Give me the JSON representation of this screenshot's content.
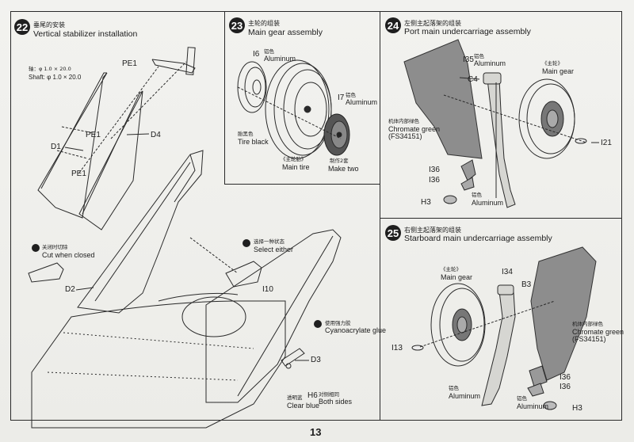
{
  "page_number": "13",
  "steps": [
    {
      "num": "22",
      "title_cn": "垂尾的安装",
      "title_en": "Vertical stabilizer installation"
    },
    {
      "num": "23",
      "title_cn": "主轮的组装",
      "title_en": "Main gear assembly"
    },
    {
      "num": "24",
      "title_cn": "左侧主起落架的组装",
      "title_en": "Port main undercarriage assembly"
    },
    {
      "num": "25",
      "title_cn": "右侧主起落架的组装",
      "title_en": "Starboard main undercarriage assembly"
    }
  ],
  "step22": {
    "axis_cn": "轴：φ 1.0 × 20.0",
    "shaft": "Shaft: φ 1.0 × 20.0",
    "pe1_a": "PE1",
    "pe1_b": "PE1",
    "pe1_c": "PE1",
    "d1": "D1",
    "d4": "D4",
    "d2": "D2",
    "d3": "D3",
    "i10": "I10",
    "h6": "H6",
    "cut_cn": "关闭时切除",
    "cut_en": "Cut when closed",
    "select_cn": "选择一种状态",
    "select_en": "Select either",
    "glue_cn": "使用强力胶",
    "glue_en": "Cyanoacrylate glue",
    "clear_cn": "透明蓝",
    "clear_en": "Clear blue",
    "sides_cn": "对侧相同",
    "sides_en": "Both sides"
  },
  "step23": {
    "i6": "I6",
    "alu_cn_a": "铝色",
    "alu_en_a": "Aluminum",
    "i7": "I7",
    "alu_cn_b": "铝色",
    "alu_en_b": "Aluminum",
    "tire_cn": "胎黑色",
    "tire_en": "Tire black",
    "main_tire_cn": "《主轮胎》",
    "main_tire_en": "Main tire",
    "make_cn": "制作2套",
    "make_en": "Make two"
  },
  "step24": {
    "i35": "I35",
    "alu_cn_a": "铝色",
    "alu_en_a": "Aluminum",
    "main_gear_cn": "《主轮》",
    "main_gear_en": "Main gear",
    "c4": "C4",
    "chromate_cn": "机体内部绿色",
    "chromate_en": "Chromate green",
    "fs": "(FS34151)",
    "i21": "I21",
    "i36a": "I36",
    "i36b": "I36",
    "h3": "H3",
    "alu_cn_b": "铝色",
    "alu_en_b": "Aluminum"
  },
  "step25": {
    "main_gear_cn": "《主轮》",
    "main_gear_en": "Main gear",
    "i34": "I34",
    "b3": "B3",
    "chromate_cn": "机体内部绿色",
    "chromate_en": "Chromate green",
    "fs": "(FS34151)",
    "i13": "I13",
    "i36a": "I36",
    "i36b": "I36",
    "alu_cn_a": "铝色",
    "alu_en_a": "Aluminum",
    "alu_cn_b": "铝色",
    "alu_en_b": "Aluminum",
    "h3": "H3"
  }
}
